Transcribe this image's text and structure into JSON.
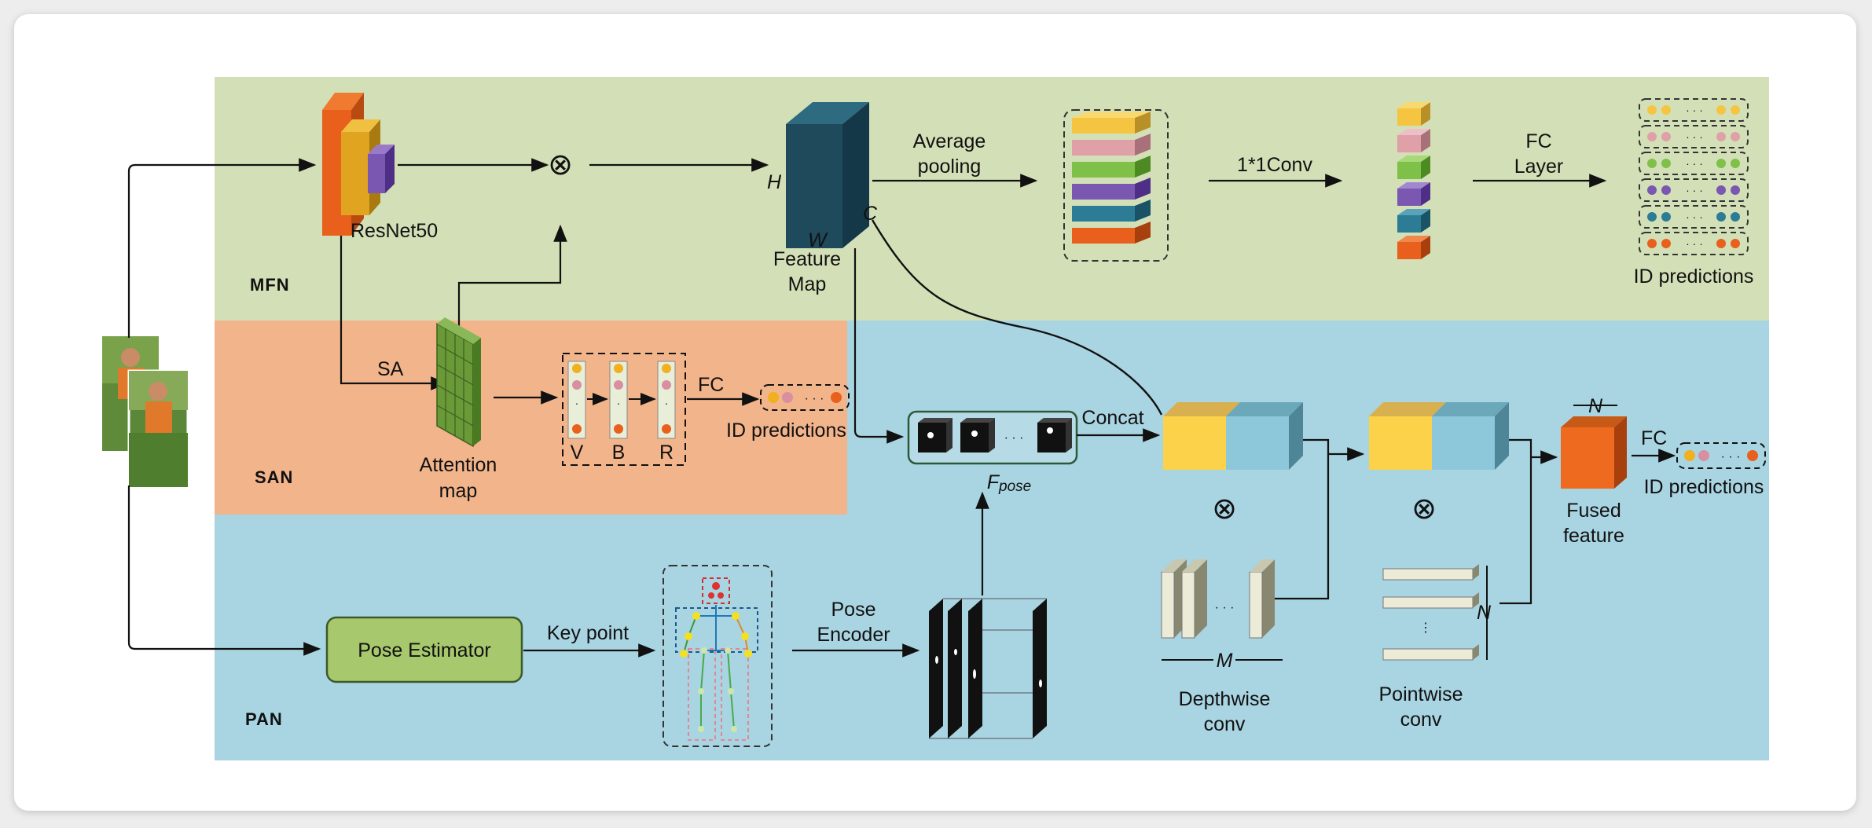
{
  "branch_tags": {
    "top": "MFN",
    "middle": "SAN",
    "bottom": "PAN"
  },
  "labels": {
    "resnet": "ResNet50",
    "multiply": "⊗",
    "sa": "SA",
    "attention_map": [
      "Attention",
      "map"
    ],
    "vbr": [
      "V",
      "B",
      "R"
    ],
    "fc": "FC",
    "id_predictions": "ID predictions",
    "dim_h": "H",
    "dim_w": "W",
    "dim_c": "C",
    "feature_map": [
      "Feature",
      "Map"
    ],
    "average_pooling": [
      "Average",
      "pooling"
    ],
    "conv1x1": "1*1Conv",
    "fc_layer": [
      "FC",
      "Layer"
    ],
    "concat": "Concat",
    "fpose": "F",
    "fpose_sub": "pose",
    "pose_estimator": "Pose Estimator",
    "key_point": "Key point",
    "pose_encoder": [
      "Pose",
      "Encoder"
    ],
    "depthwise": [
      "Depthwise",
      "conv"
    ],
    "pointwise": [
      "Pointwise",
      "conv"
    ],
    "dim_m": "M",
    "dim_n": "N",
    "fused": [
      "Fused",
      "feature"
    ],
    "dots": "· · ·"
  },
  "colors": {
    "mfn_bg": "#d3e0b7",
    "san_bg": "#f2b48b",
    "pan_bg": "#a9d4e2",
    "orange": "#e8601c",
    "yellow": "#f5c542",
    "pink": "#e0a0a8",
    "green": "#7fc048",
    "purple": "#7a57b0",
    "teal": "#2c7c96",
    "navy": "#1e4a5c",
    "light_blue": "#8cc8da",
    "attention_green": "#6a9a38",
    "pose_green": "#a8c86e"
  }
}
